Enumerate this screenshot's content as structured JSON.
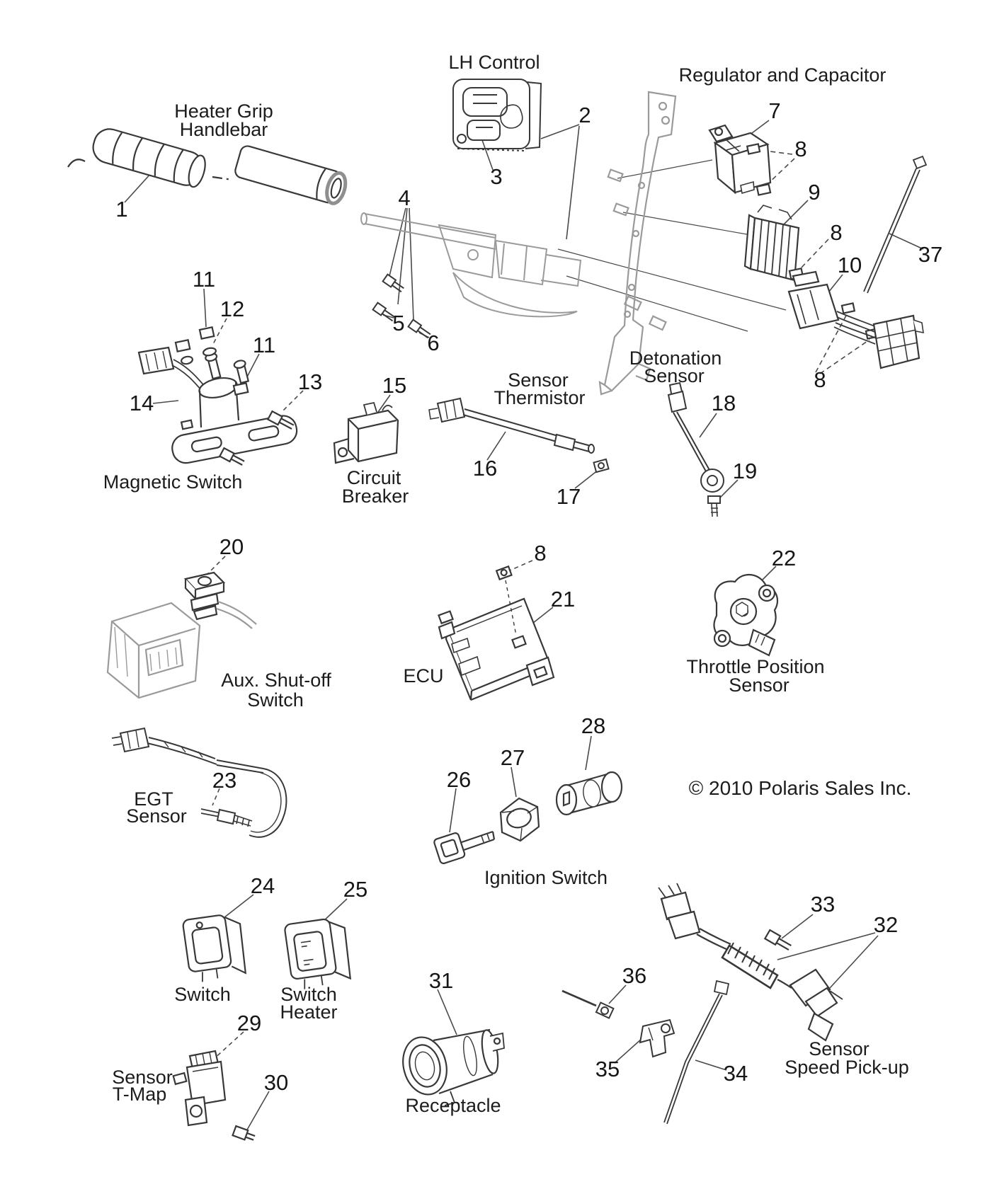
{
  "diagram": {
    "copyright": "© 2010 Polaris Sales Inc.",
    "labels": {
      "heater_grip_1": "Heater Grip",
      "heater_grip_2": "Handlebar",
      "lh_control": "LH Control",
      "regulator_capacitor": "Regulator and Capacitor",
      "magnetic_switch": "Magnetic Switch",
      "circuit_breaker_1": "Circuit",
      "circuit_breaker_2": "Breaker",
      "thermistor_1": "Sensor",
      "thermistor_2": "Thermistor",
      "detonation_1": "Detonation",
      "detonation_2": "Sensor",
      "aux_1": "Aux. Shut-off",
      "aux_2": "Switch",
      "ecu": "ECU",
      "tps_1": "Throttle Position",
      "tps_2": "Sensor",
      "egt_1": "EGT",
      "egt_2": "Sensor",
      "ignition_switch": "Ignition Switch",
      "switch": "Switch",
      "switch_heater_1": "Switch",
      "switch_heater_2": "Heater",
      "tmap_1": "Sensor",
      "tmap_2": "T-Map",
      "receptacle": "Receptacle",
      "speed_1": "Sensor",
      "speed_2": "Speed Pick-up"
    },
    "callouts": {
      "n1": "1",
      "n2": "2",
      "n3": "3",
      "n4": "4",
      "n5": "5",
      "n6": "6",
      "n7": "7",
      "n8": "8",
      "n9": "9",
      "n10": "10",
      "n11": "11",
      "n12": "12",
      "n13": "13",
      "n14": "14",
      "n15": "15",
      "n16": "16",
      "n17": "17",
      "n18": "18",
      "n19": "19",
      "n20": "20",
      "n21": "21",
      "n22": "22",
      "n23": "23",
      "n24": "24",
      "n25": "25",
      "n26": "26",
      "n27": "27",
      "n28": "28",
      "n29": "29",
      "n30": "30",
      "n31": "31",
      "n32": "32",
      "n33": "33",
      "n34": "34",
      "n35": "35",
      "n36": "36",
      "n37": "37"
    },
    "colors": {
      "line": "#383838",
      "light_line": "#9a9a9a",
      "text": "#1c1c1c"
    }
  }
}
